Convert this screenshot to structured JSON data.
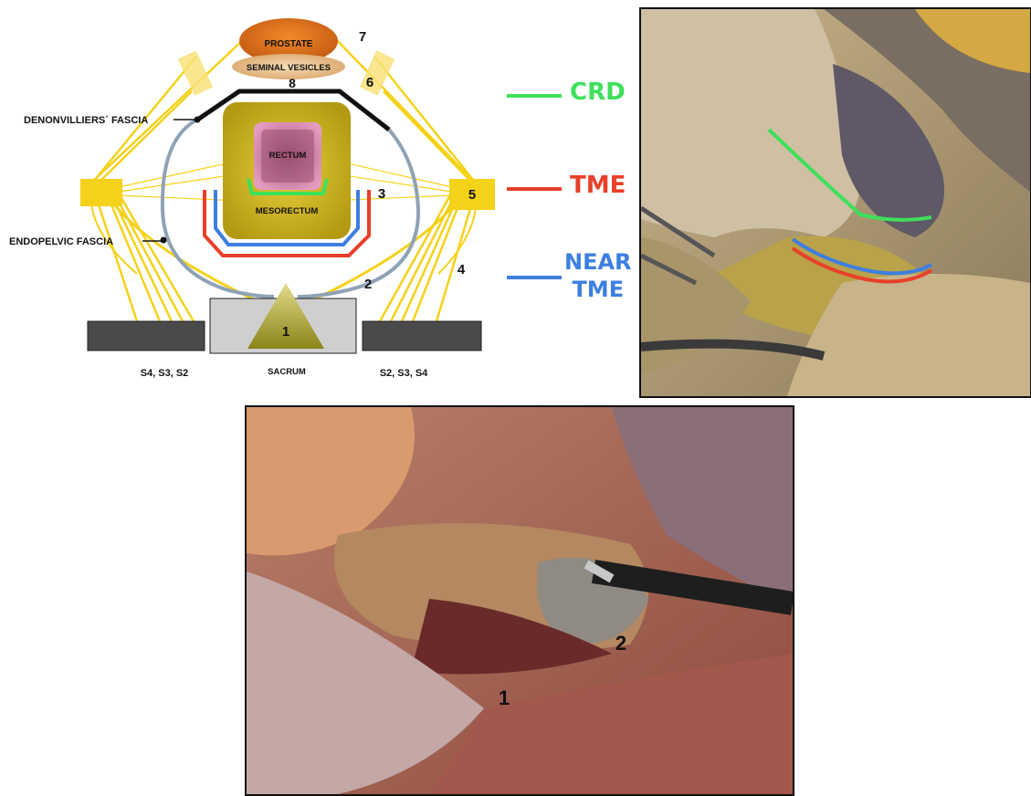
{
  "diagram": {
    "organs": {
      "prostate": "PROSTATE",
      "seminal_vesicles": "SEMINAL VESICLES",
      "rectum": "RECTUM",
      "mesorectum": "MESORECTUM",
      "sacrum": "SACRUM"
    },
    "fascia_labels": {
      "denonvilliers": "DENONVILLIERS´ FASCIA",
      "endopelvic": "ENDOPELVIC FASCIA"
    },
    "nerve_roots": {
      "left": "S4, S3, S2",
      "right": "S2, S3, S4"
    },
    "numbers": [
      "1",
      "2",
      "3",
      "4",
      "5",
      "6",
      "7",
      "8"
    ]
  },
  "legend": [
    {
      "label": "CRD",
      "color": "#3ee05a"
    },
    {
      "label": "TME",
      "color": "#e8402a"
    },
    {
      "label": "NEAR\nTME",
      "color": "#3d7fe0"
    }
  ],
  "photo_top": {
    "planes": [
      "CRD",
      "TME",
      "NEAR TME"
    ]
  },
  "photo_bottom": {
    "labels": [
      "1",
      "2"
    ]
  },
  "colors": {
    "crd": "#3ee05a",
    "tme": "#e8402a",
    "near_tme": "#3d7fe0",
    "fascia_gray": "#8fa3b5",
    "nerve_yellow": "#f5d21a"
  }
}
